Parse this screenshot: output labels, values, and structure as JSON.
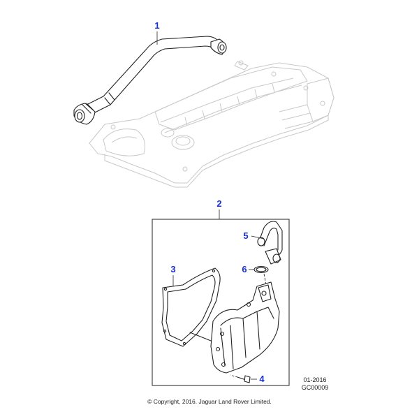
{
  "diagram": {
    "callouts": [
      {
        "id": "1",
        "label": "1"
      },
      {
        "id": "2",
        "label": "2"
      },
      {
        "id": "3",
        "label": "3"
      },
      {
        "id": "4",
        "label": "4"
      },
      {
        "id": "5",
        "label": "5"
      },
      {
        "id": "6",
        "label": "6"
      }
    ],
    "callout_color": "#1a2fd6",
    "line_color": "#222222",
    "ghost_color": "#c9c9c9"
  },
  "footer": {
    "date_code": "01-2016",
    "ref_code": "GC00009",
    "copyright": "© Copyright, 2016. Jaguar Land Rover Limited."
  }
}
